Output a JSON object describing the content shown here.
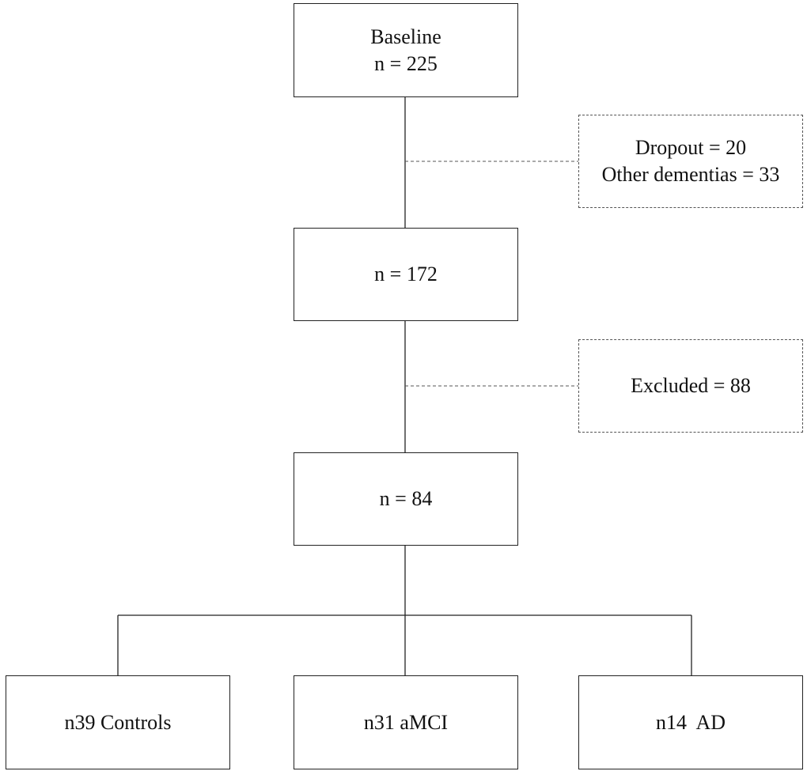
{
  "baseline": {
    "title": "Baseline",
    "count": "n = 225"
  },
  "exclusion_1": {
    "dropout": "Dropout = 20",
    "other_dementias": "Other dementias = 33"
  },
  "stage_2": {
    "count": "n = 172"
  },
  "exclusion_2": {
    "excluded": "Excluded = 88"
  },
  "stage_3": {
    "count": "n = 84"
  },
  "groups": {
    "controls": "n39 Controls",
    "amci": "n31 aMCI",
    "ad": "n14  AD"
  }
}
